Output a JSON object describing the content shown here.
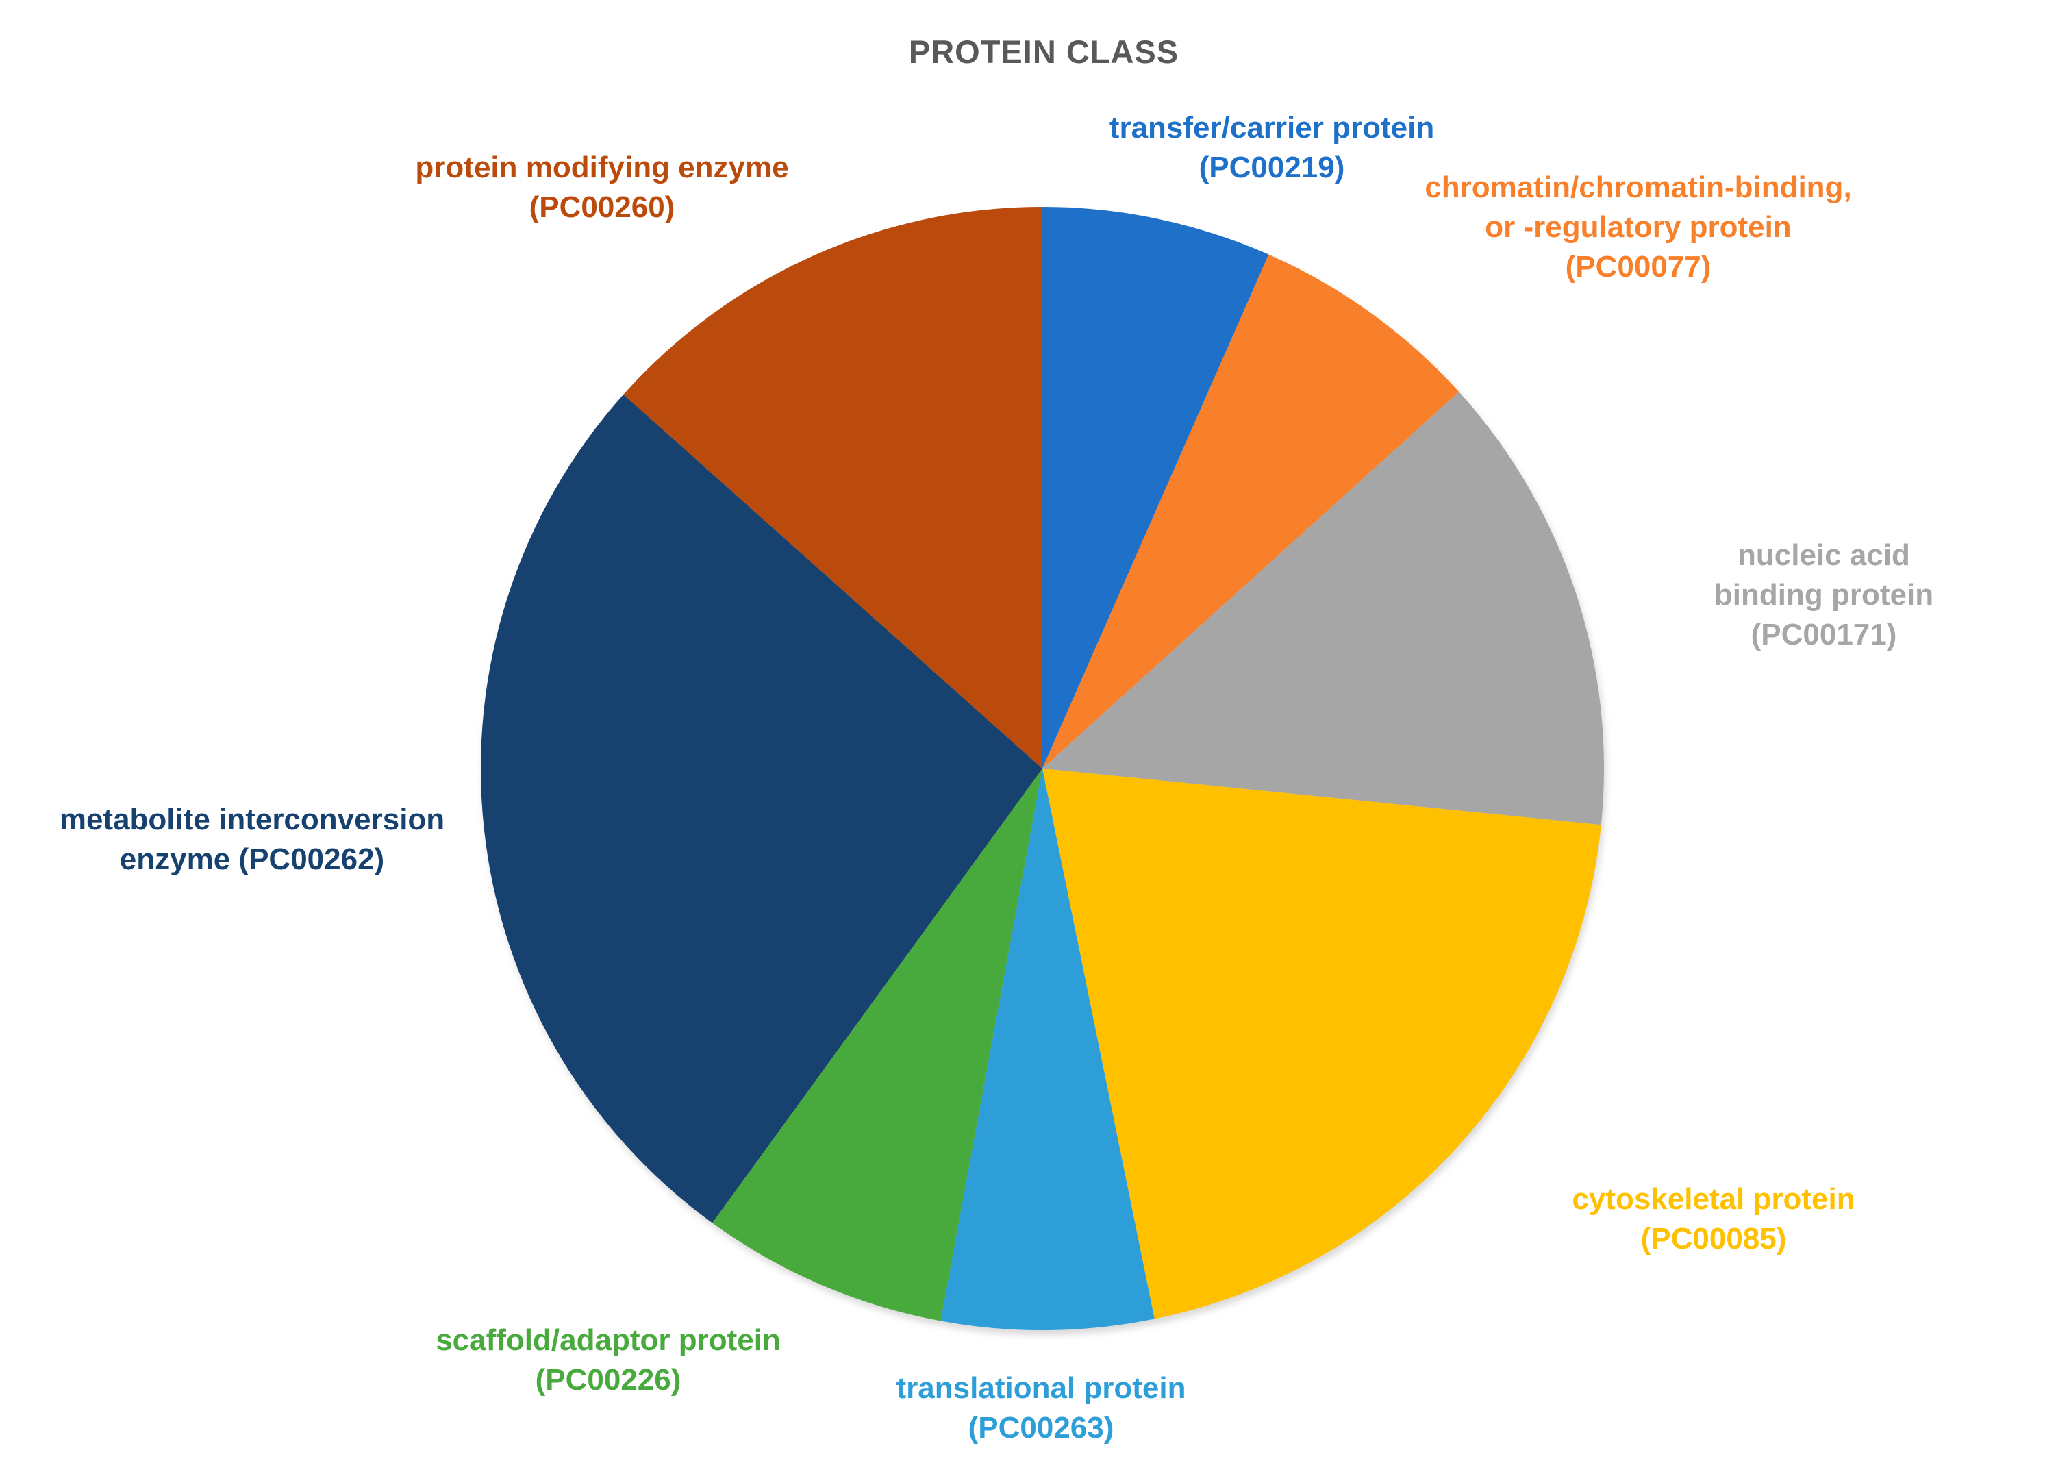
{
  "title": "PROTEIN CLASS",
  "title_color": "#595959",
  "chart_data": {
    "type": "pie",
    "title": "PROTEIN CLASS",
    "legend": "none (labels placed outside slices, colored to match slice)",
    "start_angle_deg": 0,
    "direction": "clockwise",
    "slices": [
      {
        "label": "transfer/carrier protein",
        "code": "PC00219",
        "label_text": "transfer/carrier protein\n(PC00219)",
        "percent": 6.6,
        "angle_deg": 23.9,
        "color": "#1F70C8"
      },
      {
        "label": "chromatin/chromatin-binding, or -regulatory protein",
        "code": "PC00077",
        "label_text": "chromatin/chromatin-binding,\nor -regulatory protein\n(PC00077)",
        "percent": 6.7,
        "angle_deg": 24.1,
        "color": "#F8802A"
      },
      {
        "label": "nucleic acid binding protein",
        "code": "PC00171",
        "label_text": "nucleic acid binding protein\n(PC00171)",
        "percent": 13.3,
        "angle_deg": 47.9,
        "color": "#A6A6A6"
      },
      {
        "label": "cytoskeletal protein",
        "code": "PC00085",
        "label_text": "cytoskeletal protein (PC00085)",
        "percent": 20.2,
        "angle_deg": 72.7,
        "color": "#FFC000"
      },
      {
        "label": "translational protein",
        "code": "PC00263",
        "label_text": "translational protein\n(PC00263)",
        "percent": 6.1,
        "angle_deg": 21.9,
        "color": "#2D9ED8"
      },
      {
        "label": "scaffold/adaptor protein",
        "code": "PC00226",
        "label_text": "scaffold/adaptor protein\n(PC00226)",
        "percent": 7.1,
        "angle_deg": 25.6,
        "color": "#48A93C"
      },
      {
        "label": "metabolite interconversion enzyme",
        "code": "PC00262",
        "label_text": "metabolite interconversion\nenzyme (PC00262)",
        "percent": 26.6,
        "angle_deg": 95.8,
        "color": "#17416F"
      },
      {
        "label": "protein modifying enzyme",
        "code": "PC00260",
        "label_text": "protein modifying enzyme\n(PC00260)",
        "percent": 13.4,
        "angle_deg": 48.1,
        "color": "#BB4B0D"
      }
    ]
  }
}
